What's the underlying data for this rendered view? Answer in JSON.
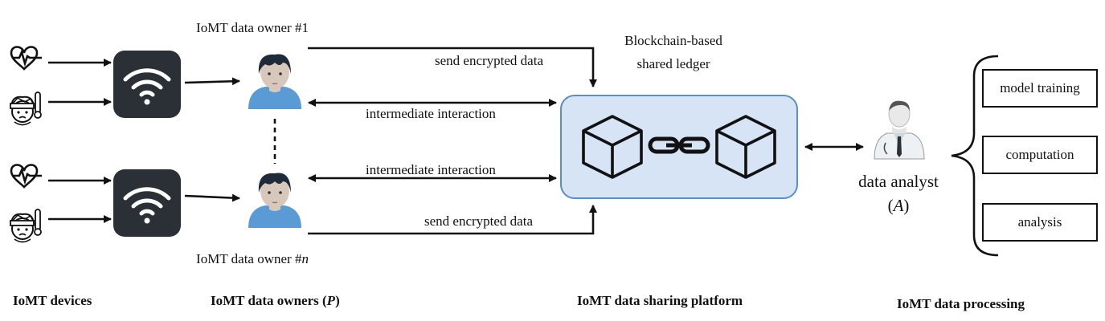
{
  "owners": {
    "owner1_label": "IoMT data owner #1",
    "ownern_prefix": "IoMT data owner #",
    "ownern_suffix": "n"
  },
  "flows": {
    "send_encrypted_top": "send encrypted data",
    "interaction_top": "intermediate interaction",
    "interaction_bottom": "intermediate interaction",
    "send_encrypted_bottom": "send encrypted data"
  },
  "platform": {
    "label_line1": "Blockchain-based",
    "label_line2": "shared ledger"
  },
  "analyst": {
    "label": "data analyst",
    "symbol": "(A)"
  },
  "processing": {
    "items": [
      "model training",
      "computation",
      "analysis"
    ]
  },
  "headers": {
    "devices": "IoMT devices",
    "owners": "IoMT data owners (P)",
    "platform": "IoMT data sharing platform",
    "processing": "IoMT data processing"
  },
  "icons": [
    "heart-rate-icon",
    "sick-patient-thermometer-icon",
    "wifi-router-icon",
    "user-avatar-icon",
    "blockchain-cube-icon",
    "chain-link-icon",
    "doctor-icon"
  ],
  "colors": {
    "platform_fill": "#d6e4f5",
    "platform_border": "#5b8ec4",
    "router_fill": "#2b2f36",
    "avatar_shirt": "#5a9bd5",
    "avatar_hair": "#1f2a3a",
    "avatar_skin": "#d8c8bc"
  }
}
